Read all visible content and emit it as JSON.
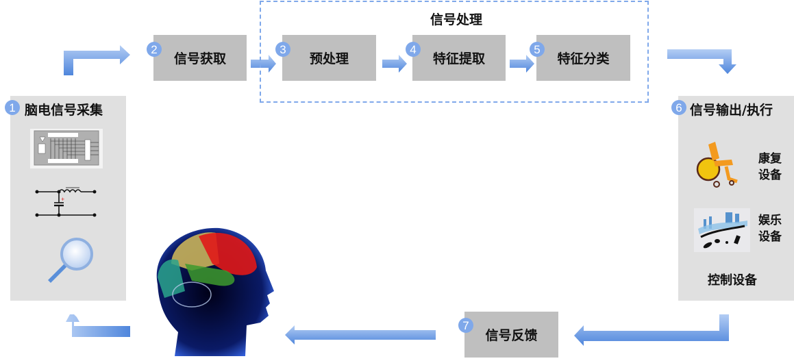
{
  "diagram": {
    "group": {
      "title": "信号处理"
    },
    "steps": [
      {
        "num": "1",
        "label": "脑电信号采集"
      },
      {
        "num": "2",
        "label": "信号获取"
      },
      {
        "num": "3",
        "label": "预处理"
      },
      {
        "num": "4",
        "label": "特征提取"
      },
      {
        "num": "5",
        "label": "特征分类"
      },
      {
        "num": "6",
        "label": "信号输出/执行"
      },
      {
        "num": "7",
        "label": "信号反馈"
      }
    ],
    "acquisition_icons": [
      "circuit-diagram-icon",
      "filter-circuit-icon",
      "magnifier-icon"
    ],
    "output_devices": [
      {
        "label_line1": "康复",
        "label_line2": "设备",
        "icon": "wheelchair-icon"
      },
      {
        "label_line1": "娱乐",
        "label_line2": "设备",
        "icon": "entertainment-device-icon"
      }
    ],
    "output_footer": "控制设备",
    "subject_icon": "human-head-brain-icon"
  },
  "colors": {
    "accent_blue": "#7fa8ea",
    "arrow_blue_light": "#a9c6f2",
    "arrow_blue_dark": "#4f86dc",
    "step_gray": "#bfbfbf",
    "panel_gray": "#e0e0e0"
  }
}
